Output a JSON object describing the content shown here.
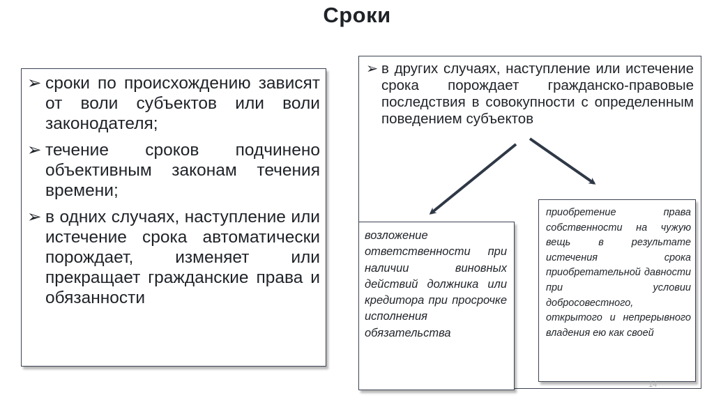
{
  "title": "Сроки",
  "left_box": {
    "items": [
      "сроки по происхождению зависят от воли субъектов или воли законодателя;",
      "течение сроков подчинено объективным законам течения времени;",
      "в одних случаях, наступление или истечение срока автоматически порождает, изменяет или прекращает гражданские права и обязанности"
    ]
  },
  "right_box": {
    "item": "в других случаях, наступление или истечение срока порождает гражданско-правовые последствия в совокупности с определенным поведением субъектов"
  },
  "bottom_left_box": {
    "text": "возложение ответственности при наличии виновных действий должника или кредитора при просрочке исполнения обязательства"
  },
  "bottom_right_box": {
    "text": "приобретение права собственности на чужую вещь в результате истечения срока приобретательной давности при условии добросовестного, открытого и непрерывного владения ею как своей"
  },
  "bullet_glyph": "➢",
  "page_number": "14",
  "colors": {
    "text": "#1f2328",
    "border": "#3a4250",
    "arrow": "#2f3846"
  }
}
